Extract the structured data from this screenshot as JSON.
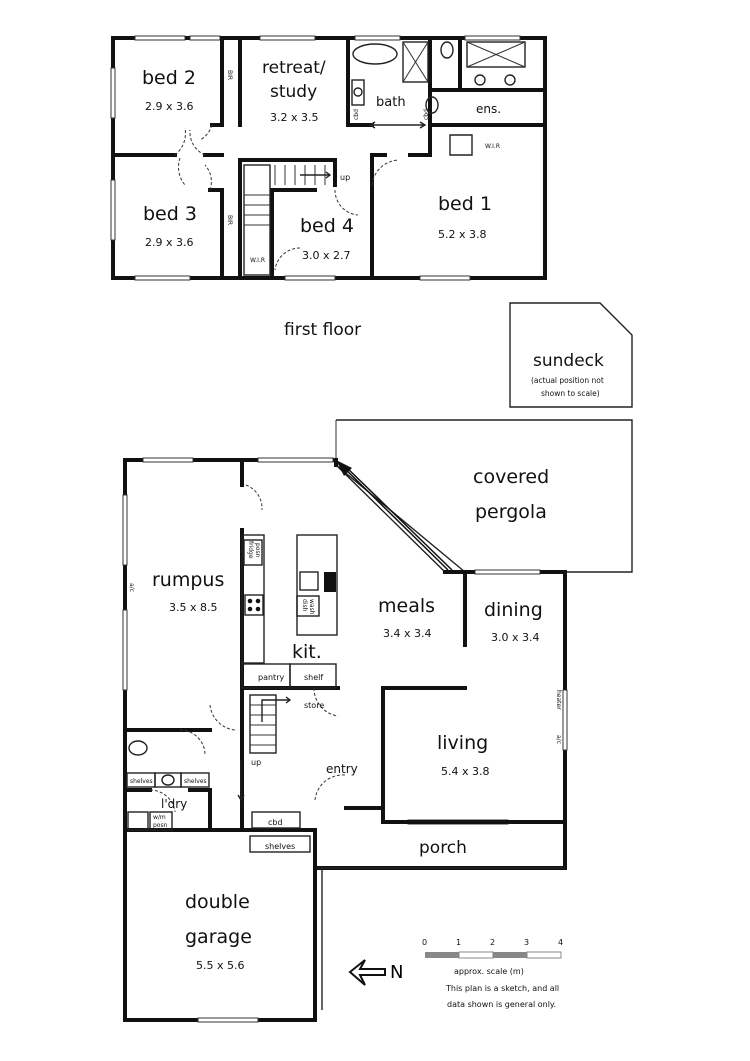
{
  "first_floor": {
    "title": "first floor",
    "rooms": {
      "bed2": {
        "name": "bed 2",
        "dims": "2.9 x 3.6"
      },
      "retreat": {
        "name": "retreat/",
        "name2": "study",
        "dims": "3.2 x 3.5"
      },
      "bath": {
        "name": "bath"
      },
      "ens": {
        "name": "ens."
      },
      "bed3": {
        "name": "bed 3",
        "dims": "2.9 x 3.6"
      },
      "bed4": {
        "name": "bed 4",
        "dims": "3.0 x 2.7"
      },
      "bed1": {
        "name": "bed 1",
        "dims": "5.2 x 3.8"
      }
    },
    "labels": {
      "bir": "BIR",
      "wir": "W.I.R",
      "cbd": "cbd",
      "up": "up"
    }
  },
  "sundeck": {
    "title": "sundeck",
    "note1": "(actual position not",
    "note2": "shown to scale)"
  },
  "ground_floor": {
    "rooms": {
      "pergola": {
        "name": "covered",
        "name2": "pergola"
      },
      "rumpus": {
        "name": "rumpus",
        "dims": "3.5 x 8.5"
      },
      "meals": {
        "name": "meals",
        "dims": "3.4 x 3.4"
      },
      "dining": {
        "name": "dining",
        "dims": "3.0 x 3.4"
      },
      "kitchen": {
        "name": "kit."
      },
      "living": {
        "name": "living",
        "dims": "5.4 x 3.8"
      },
      "laundry": {
        "name": "l'dry"
      },
      "entry": {
        "name": "entry"
      },
      "porch": {
        "name": "porch"
      },
      "garage": {
        "name": "double",
        "name2": "garage",
        "dims": "5.5 x 5.6"
      }
    },
    "labels": {
      "pantry": "pantry",
      "shelf": "shelf",
      "store": "store",
      "up": "up",
      "shelves": "shelves",
      "cbd": "cbd",
      "ac": "a/c",
      "heater": "heater",
      "fridge1": "fridge",
      "fridge2": "posn",
      "dish1": "dish",
      "dish2": "wash",
      "wm1": "w/m",
      "wm2": "posn"
    }
  },
  "scale": {
    "ticks": [
      "0",
      "1",
      "2",
      "3",
      "4"
    ],
    "label": "approx. scale (m)",
    "disclaimer1": "This plan is a sketch, and all",
    "disclaimer2": "data shown is general only."
  },
  "north": {
    "label": "N"
  }
}
